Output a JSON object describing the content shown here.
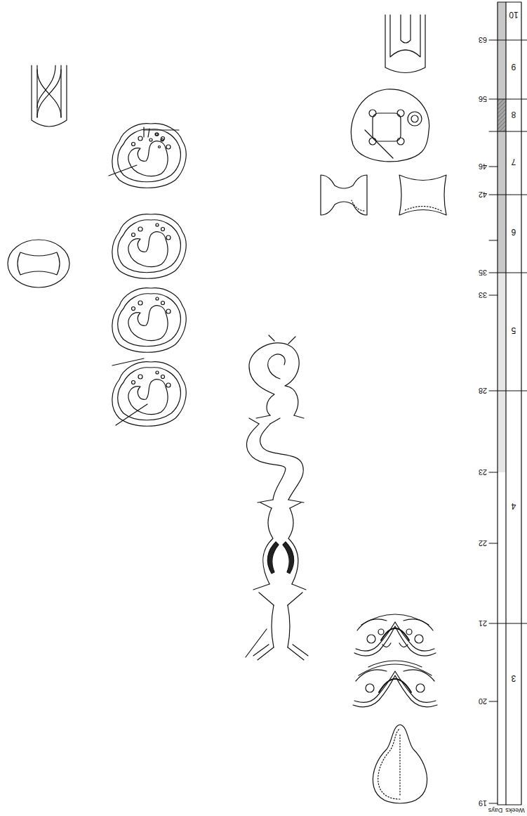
{
  "diagram": {
    "labels": [
      "Weeks",
      "Days",
      "19",
      "20",
      "21",
      "22",
      "23",
      "28",
      "33",
      "35",
      "42",
      "46",
      "56",
      "63",
      "3",
      "4",
      "5",
      "6",
      "7",
      "8",
      "9",
      "10"
    ]
  }
}
